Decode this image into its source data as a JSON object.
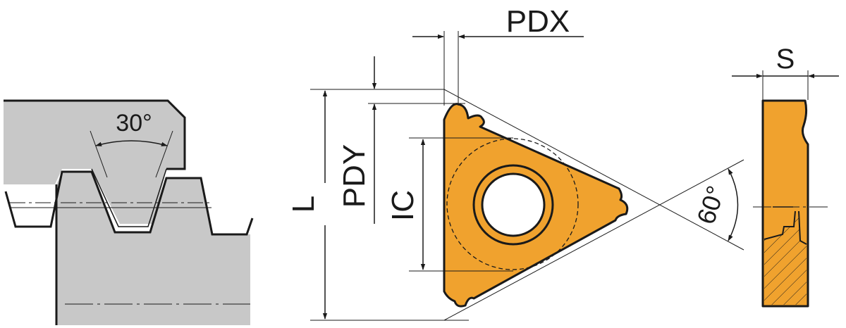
{
  "labels": {
    "thread_angle": "30°",
    "pdx": "PDX",
    "pdy": "PDY",
    "length": "L",
    "inscribed_circle": "IC",
    "insert_angle": "60°",
    "thickness": "S"
  },
  "colors": {
    "insert_fill": "#f0a22e",
    "workpiece_fill": "#c8c8c8",
    "outline": "#1a1a1a",
    "background": "#ffffff"
  }
}
